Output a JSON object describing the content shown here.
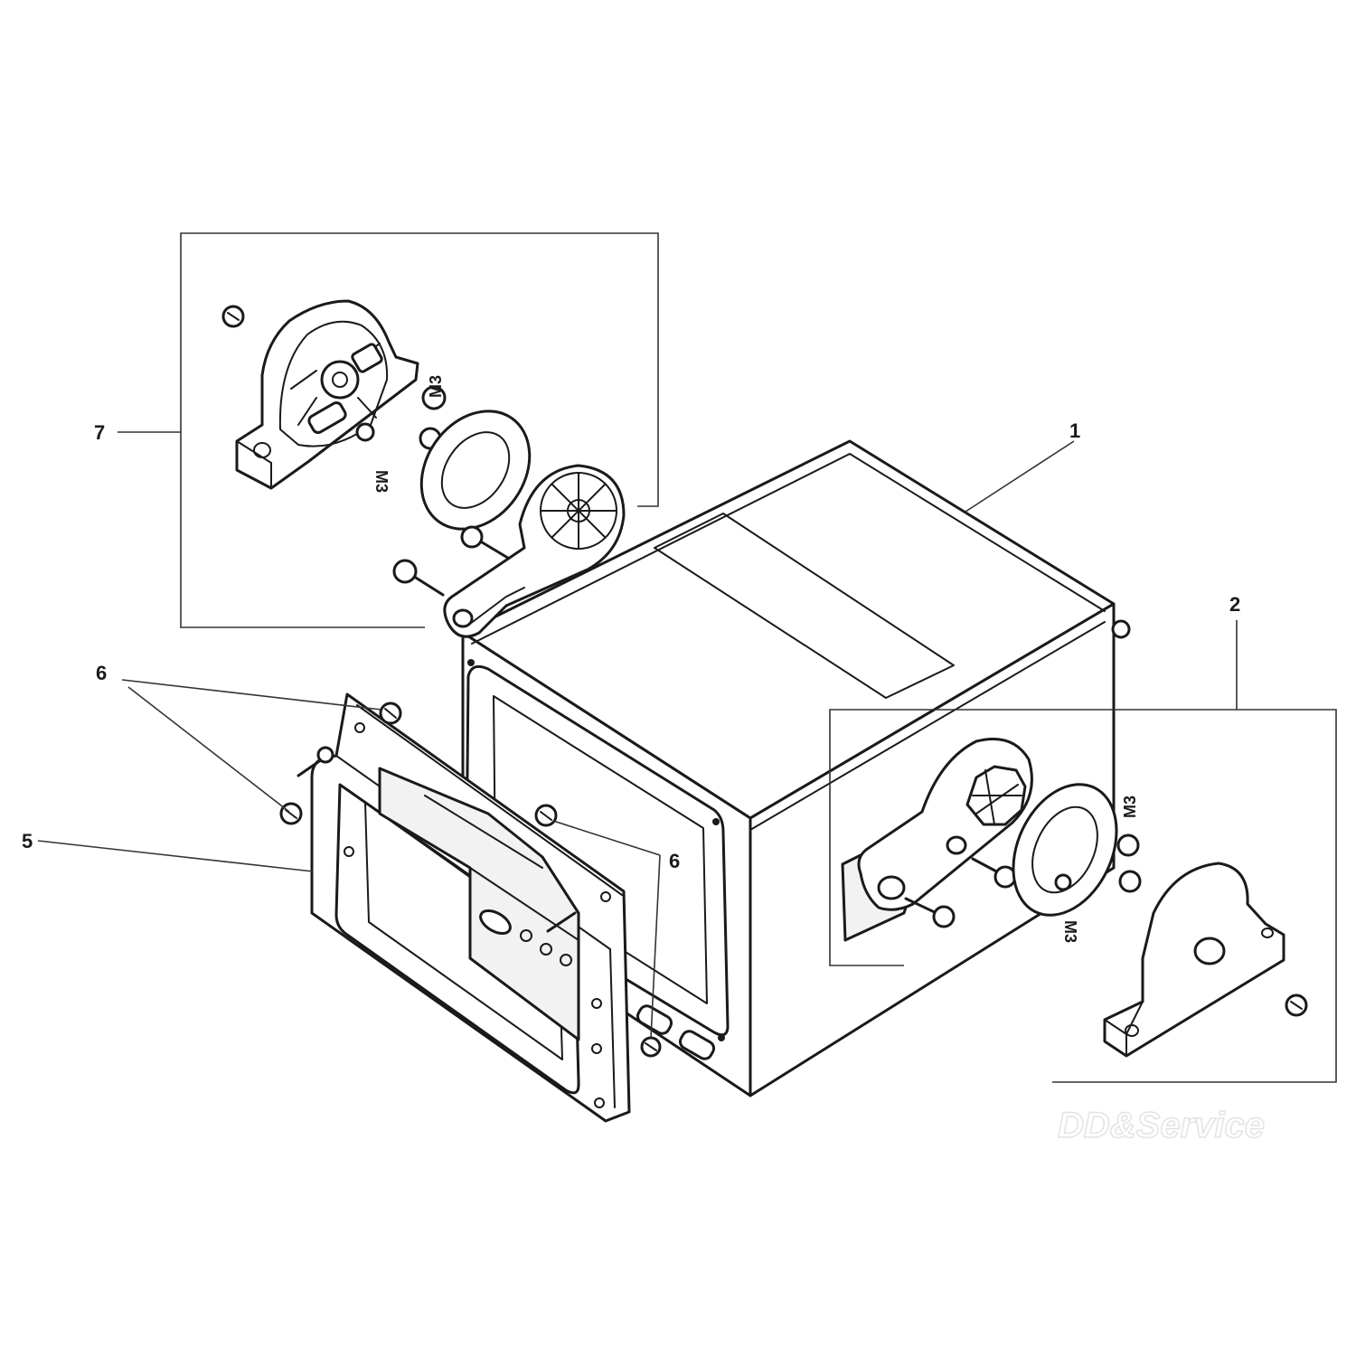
{
  "callouts": {
    "c1": "1",
    "c2": "2",
    "c5": "5",
    "c6a": "6",
    "c6b": "6",
    "c7": "7"
  },
  "stamped_marks": {
    "left_upper": "M3",
    "left_lower": "M3",
    "right_upper": "M3",
    "right_lower": "M3"
  },
  "watermark": "DD&Service",
  "colors": {
    "line": "#1a1a1a",
    "background": "#ffffff"
  }
}
